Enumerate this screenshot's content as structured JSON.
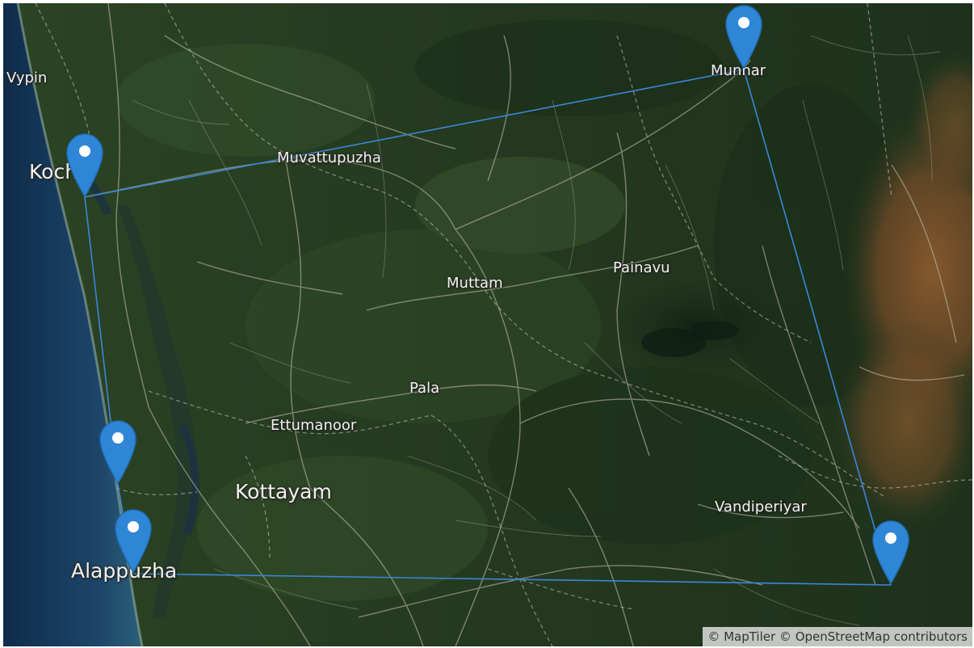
{
  "map": {
    "basemap": "satellite",
    "colors": {
      "route_line": "#3b86d8",
      "marker_fill": "#2f86d6",
      "marker_dot": "#ffffff",
      "label_text": "#f1f1ec",
      "sea": "#1b3a5a"
    },
    "places": [
      {
        "id": "vypin",
        "name": "Vypin",
        "kind": "town"
      },
      {
        "id": "kochi",
        "name": "Kochi",
        "kind": "city"
      },
      {
        "id": "muvattupuzha",
        "name": "Muvattupuzha",
        "kind": "town"
      },
      {
        "id": "munnar",
        "name": "Munnar",
        "kind": "town"
      },
      {
        "id": "painavu",
        "name": "Painavu",
        "kind": "town"
      },
      {
        "id": "muttam",
        "name": "Muttam",
        "kind": "town"
      },
      {
        "id": "pala",
        "name": "Pala",
        "kind": "town"
      },
      {
        "id": "ettumanoor",
        "name": "Ettumanoor",
        "kind": "town"
      },
      {
        "id": "kottayam",
        "name": "Kottayam",
        "kind": "city"
      },
      {
        "id": "alappuzha",
        "name": "Alappuzha",
        "kind": "city"
      },
      {
        "id": "vandiperiyar",
        "name": "Vandiperiyar",
        "kind": "town"
      }
    ],
    "markers": [
      {
        "id": "kochi",
        "icon": "map-pin-icon"
      },
      {
        "id": "munnar",
        "icon": "map-pin-icon"
      },
      {
        "id": "coast-north",
        "icon": "map-pin-icon"
      },
      {
        "id": "alappuzha",
        "icon": "map-pin-icon"
      },
      {
        "id": "southeast",
        "icon": "map-pin-icon"
      }
    ],
    "route": {
      "style": "thin-line",
      "closed": true
    },
    "attribution": "© MapTiler © OpenStreetMap contributors"
  }
}
